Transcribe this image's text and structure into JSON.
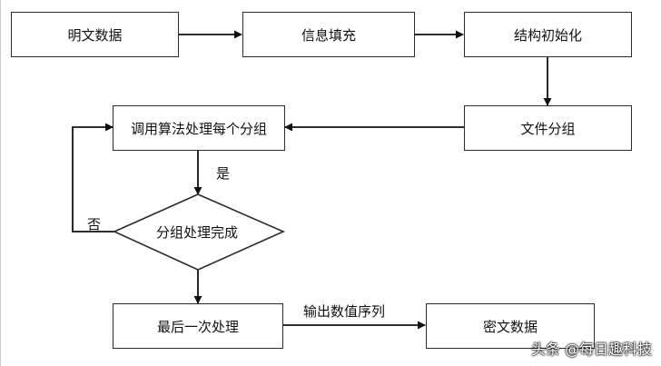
{
  "nodes": {
    "plaintext": "明文数据",
    "padding": "信息填充",
    "init": "结构初始化",
    "split": "文件分组",
    "process": "调用算法处理每个分组",
    "decision": "分组处理完成",
    "final": "最后一次处理",
    "ciphertext": "密文数据"
  },
  "edge_labels": {
    "yes": "是",
    "no": "否",
    "output": "输出数值序列"
  },
  "watermark": "头条 @每日趣科技"
}
